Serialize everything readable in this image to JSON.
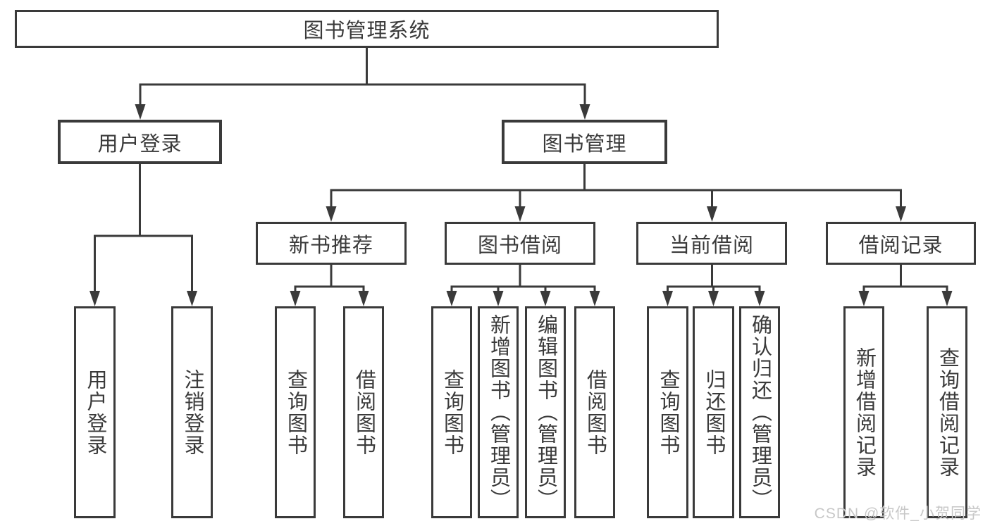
{
  "diagram": {
    "title": "图书管理系统",
    "user_login": {
      "label": "用户登录",
      "children": [
        {
          "label": "用户登录"
        },
        {
          "label": "注销登录"
        }
      ]
    },
    "book_management": {
      "label": "图书管理",
      "sections": [
        {
          "label": "新书推荐",
          "children": [
            {
              "label": "查询图书"
            },
            {
              "label": "借阅图书"
            }
          ]
        },
        {
          "label": "图书借阅",
          "children": [
            {
              "label": "查询图书"
            },
            {
              "label": "新增图书（管理员）"
            },
            {
              "label": "编辑图书（管理员）"
            },
            {
              "label": "借阅图书"
            }
          ]
        },
        {
          "label": "当前借阅",
          "children": [
            {
              "label": "查询图书"
            },
            {
              "label": "归还图书"
            },
            {
              "label": "确认归还（管理员）"
            }
          ]
        },
        {
          "label": "借阅记录",
          "children": [
            {
              "label": "新增借阅记录"
            },
            {
              "label": "查询借阅记录"
            }
          ]
        }
      ]
    },
    "watermark": "CSDN @软件_小贺同学",
    "colors": {
      "line": "#3a3a3a",
      "text": "#3a3a3a",
      "box_background": "#ffffff",
      "watermark": "#c7c7c7",
      "background": "#ffffff"
    }
  }
}
